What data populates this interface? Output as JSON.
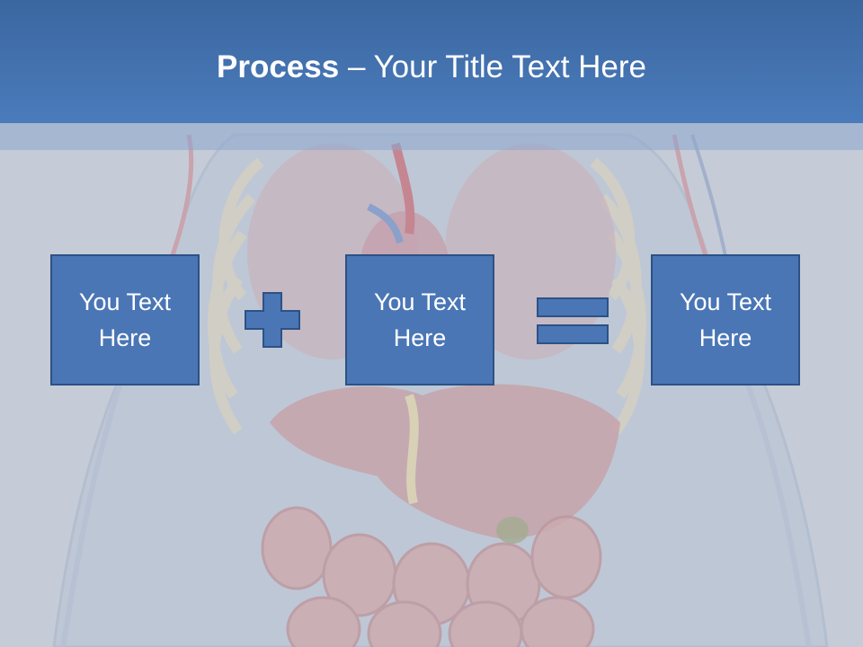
{
  "slide": {
    "title_bold": "Process",
    "title_rest": " – Your Title Text Here",
    "boxes": [
      {
        "label": "You Text Here"
      },
      {
        "label": "You Text Here"
      },
      {
        "label": "You Text Here"
      }
    ],
    "operators": [
      "plus-icon",
      "equals-icon"
    ]
  },
  "colors": {
    "title_bar": "#4a7bbb",
    "box_fill": "#4a76b5",
    "box_border": "#2c5286",
    "background": "#c5ccd6"
  }
}
